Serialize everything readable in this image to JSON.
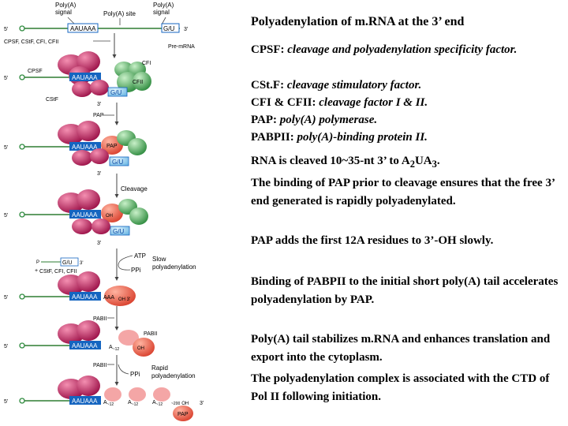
{
  "diagram": {
    "top_labels": {
      "signal_left": "Poly(A)\nsignal",
      "site": "Poly(A) site",
      "signal_right": "Poly(A)\nsignal"
    },
    "ends": {
      "five": "5'",
      "three": "3'"
    },
    "sequences": {
      "aauaaa": "AAUAAA",
      "gu": "G/U",
      "pa_tail": "AAA"
    },
    "factors": {
      "cpsf": "CPSF",
      "cstf": "CStF",
      "cfi": "CFI",
      "cfii": "CFII",
      "pap": "PAP",
      "pabii": "PABII",
      "factors_list": "CPSF, CStF, CFI, CFII",
      "factors_list_release": "CStF, CFI, CFII"
    },
    "labels": {
      "pre_mrna": "Pre-mRNA",
      "cleavage": "Cleavage",
      "atp": "ATP",
      "ppi": "PPi",
      "slow_line1": "Slow",
      "slow_line2": "polyadenylation",
      "rapid_line1": "Rapid",
      "rapid_line2": "polyadenylation",
      "oh": "OH",
      "oh3": "OH 3'",
      "a12": "A",
      "sub12": "~12",
      "sub200": "~200",
      "p": "P",
      "plus": "+"
    }
  },
  "text": {
    "title": "Polyadenylation of m.RNA at the 3’ end",
    "defs": [
      {
        "abbr": "CPSF:",
        "full": "cleavage and polyadenylation specificity factor."
      },
      {
        "abbr": "CSt.F:",
        "full": "cleavage stimulatory factor."
      },
      {
        "abbr": "CFI & CFII:",
        "full": "cleavage factor I & II."
      },
      {
        "abbr": "PAP:",
        "full": "poly(A) polymerase."
      },
      {
        "abbr": "PABPII:",
        "full": "poly(A)-binding protein II."
      }
    ],
    "rna_cleaved": {
      "pre": "RNA is cleaved 10~35-nt 3’ to A",
      "sub1": "2",
      "mid": "UA",
      "sub2": "3",
      "post": "."
    },
    "paragraphs": [
      "The binding of PAP prior to cleavage ensures that the free 3’ end generated is rapidly polyadenylated.",
      "PAP adds the first 12A residues to 3’-OH slowly.",
      "Binding of PABPII to the initial short poly(A) tail accelerates polyadenylation by PAP.",
      "Poly(A) tail stabilizes m.RNA and enhances translation and export into the cytoplasm.",
      "The polyadenylation complex is associated with the CTD of Pol II following initiation."
    ]
  },
  "colors": {
    "cpsf": "#c2185b",
    "cstf": "#ad1457",
    "cfi": "#43a047",
    "pap": "#e53935",
    "pabii": "#ef9a9a",
    "rna_box": "#1565c0",
    "gu_box": "#b3e5fc"
  }
}
